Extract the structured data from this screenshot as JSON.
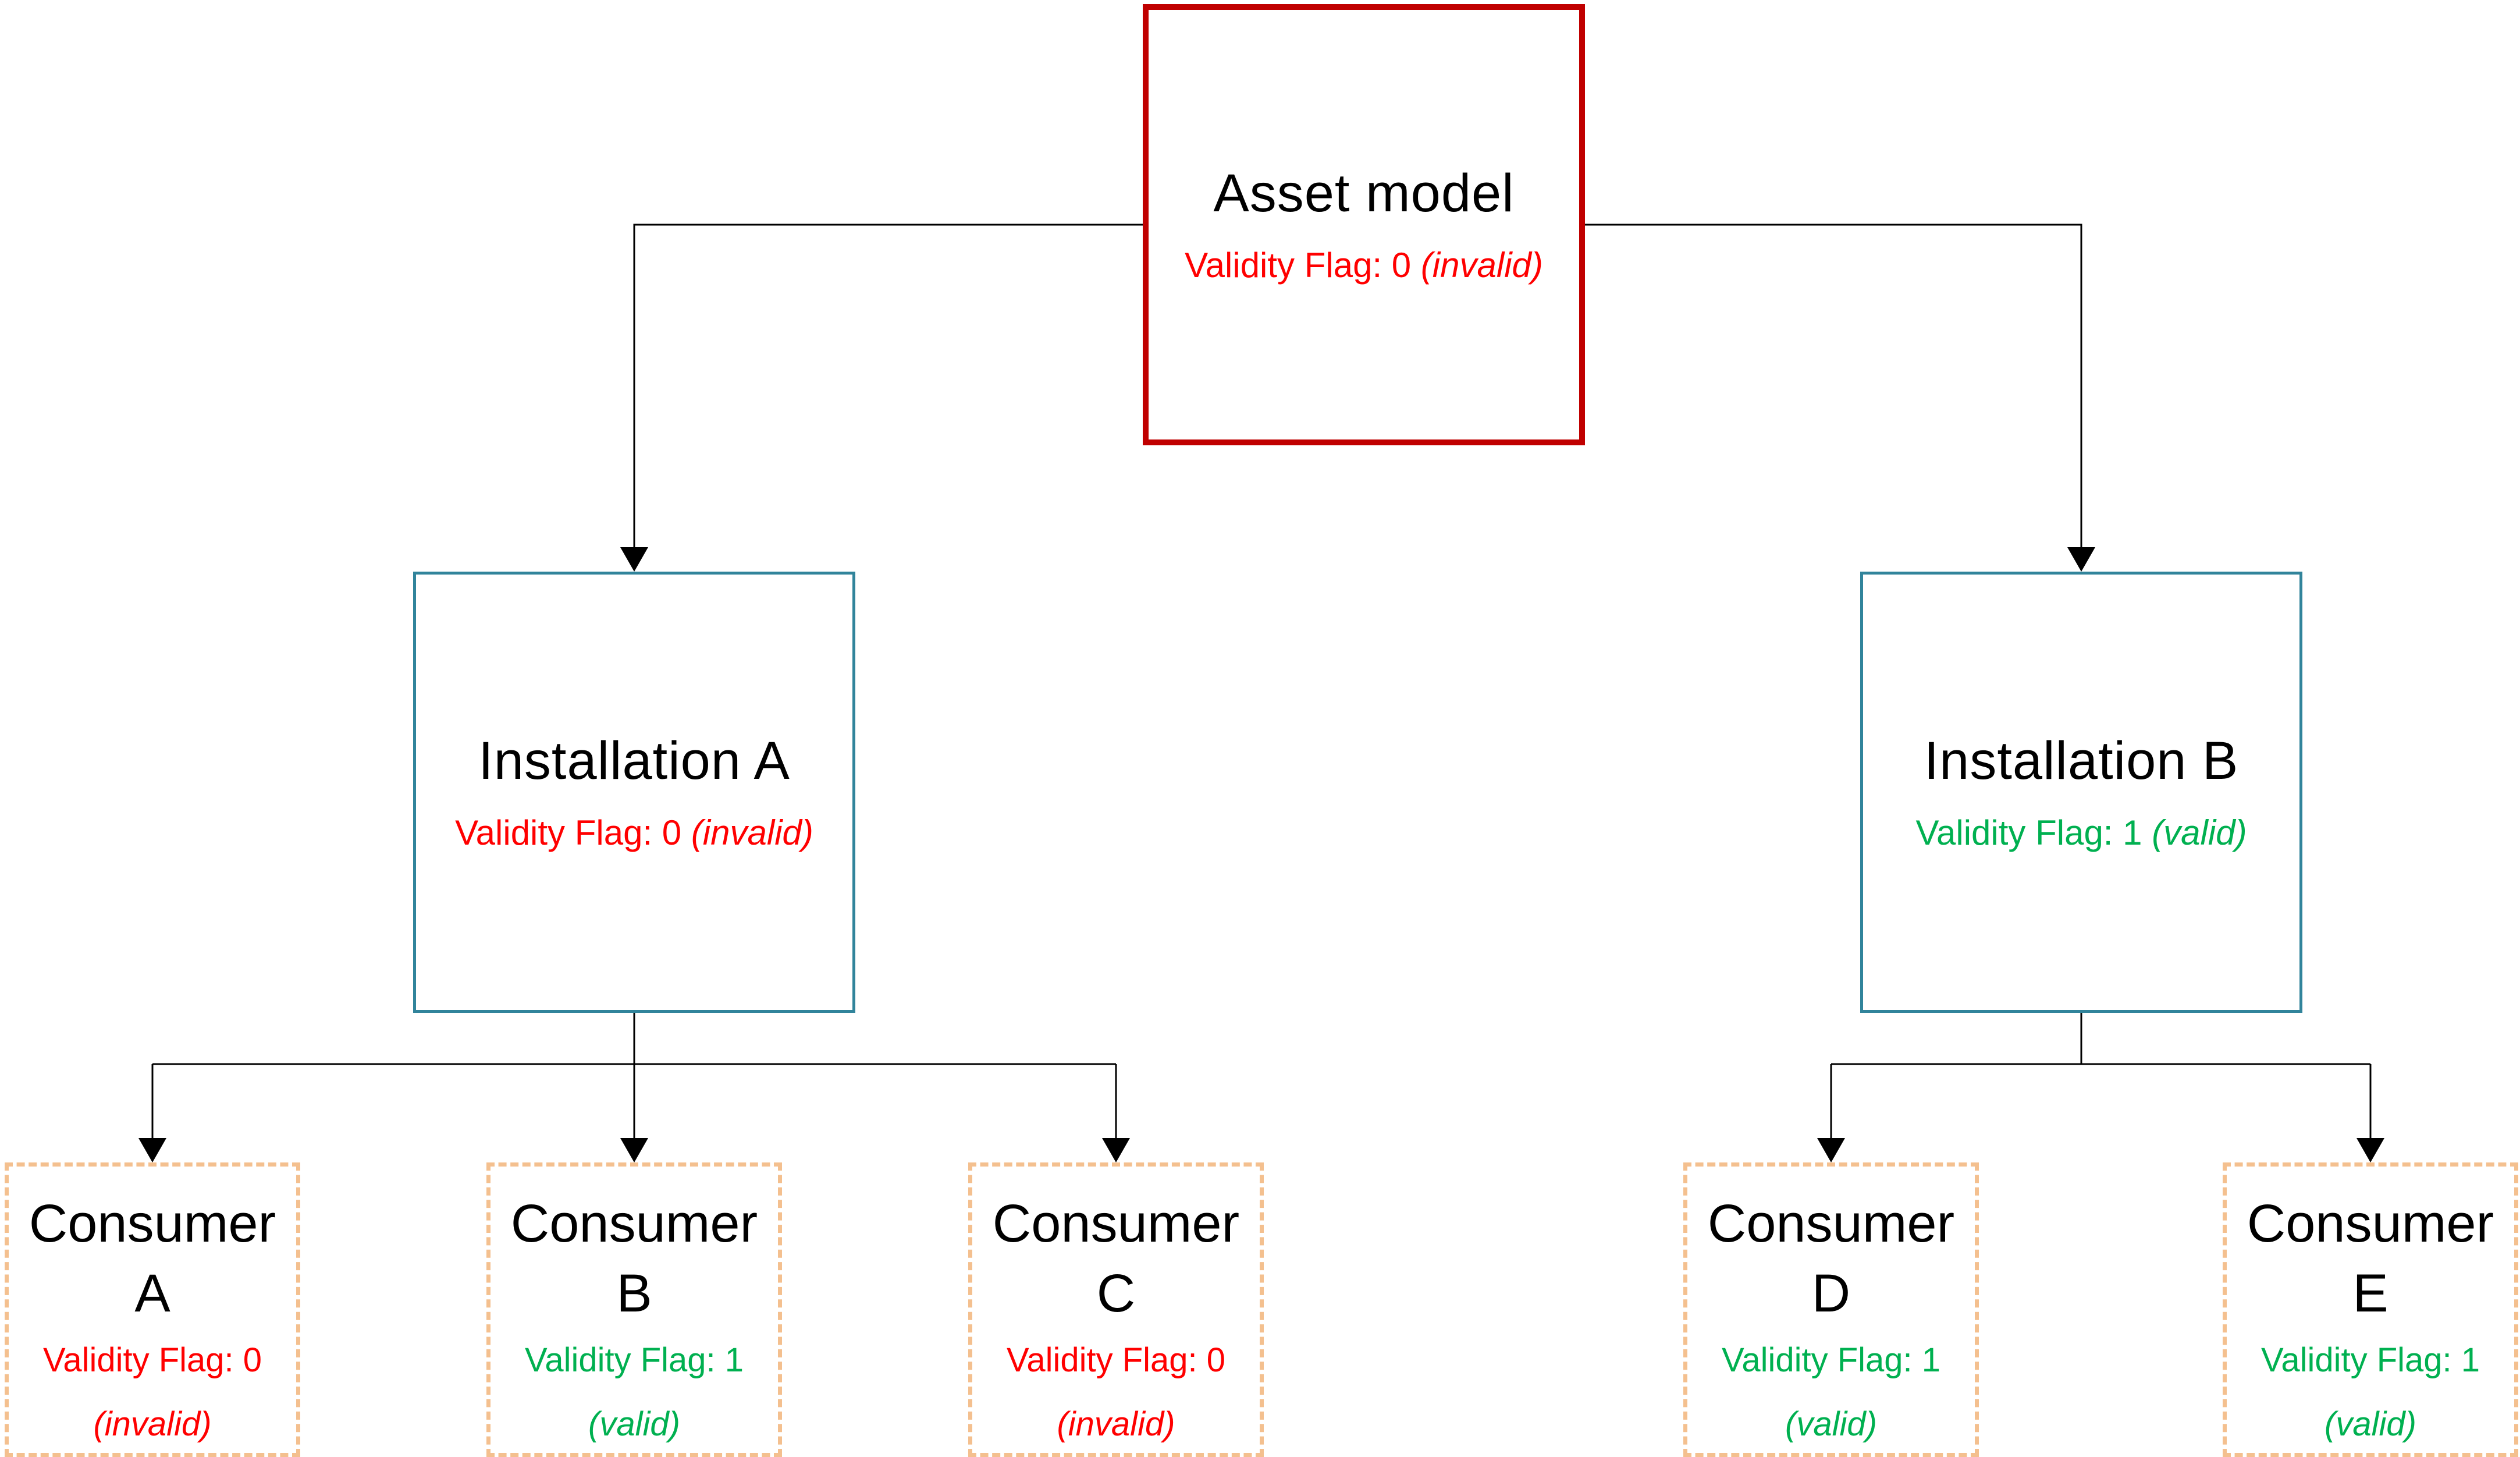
{
  "colors": {
    "invalid": "#ff0000",
    "valid": "#00b050",
    "root_border": "#c00000",
    "installation_border": "#31849b",
    "consumer_border": "#f4c08f",
    "connector": "#000000"
  },
  "root": {
    "title": "Asset model",
    "flag_label": "Validity Flag: 0",
    "flag_status": "(invalid)",
    "valid": false
  },
  "installations": [
    {
      "title": "Installation A",
      "flag_label": "Validity Flag: 0",
      "flag_status": "(invalid)",
      "valid": false
    },
    {
      "title": "Installation B",
      "flag_label": "Validity Flag: 1",
      "flag_status": "(valid)",
      "valid": true
    }
  ],
  "consumers": [
    {
      "title_line1": "Consumer",
      "title_line2": "A",
      "flag_label": "Validity Flag: 0",
      "flag_status": "(invalid)",
      "valid": false
    },
    {
      "title_line1": "Consumer",
      "title_line2": "B",
      "flag_label": "Validity Flag: 1",
      "flag_status": "(valid)",
      "valid": true
    },
    {
      "title_line1": "Consumer",
      "title_line2": "C",
      "flag_label": "Validity Flag: 0",
      "flag_status": "(invalid)",
      "valid": false
    },
    {
      "title_line1": "Consumer",
      "title_line2": "D",
      "flag_label": "Validity Flag: 1",
      "flag_status": "(valid)",
      "valid": true
    },
    {
      "title_line1": "Consumer",
      "title_line2": "E",
      "flag_label": "Validity Flag: 1",
      "flag_status": "(valid)",
      "valid": true
    }
  ]
}
